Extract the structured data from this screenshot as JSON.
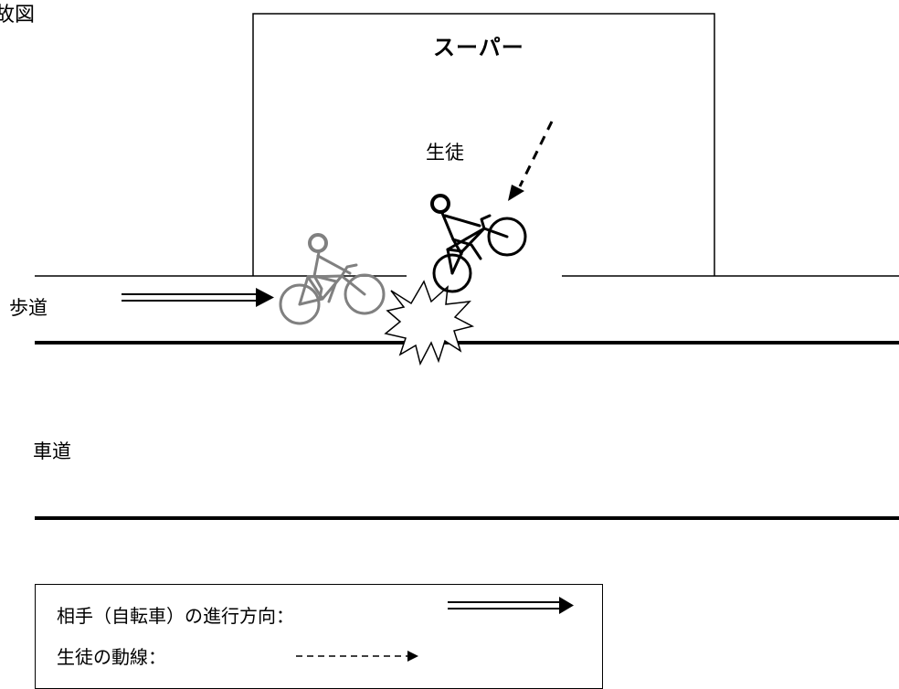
{
  "title": "故図",
  "store": {
    "label": "スーパー"
  },
  "student": {
    "label": "生徒"
  },
  "areas": {
    "sidewalk": "歩道",
    "roadway": "車道"
  },
  "legend": {
    "opponent_label": "相手（自転車）の進行方向：",
    "student_label": "生徒の動線："
  },
  "colors": {
    "line": "#000000",
    "opponent_cyclist": "#808080",
    "student_cyclist": "#000000",
    "background": "#ffffff"
  }
}
